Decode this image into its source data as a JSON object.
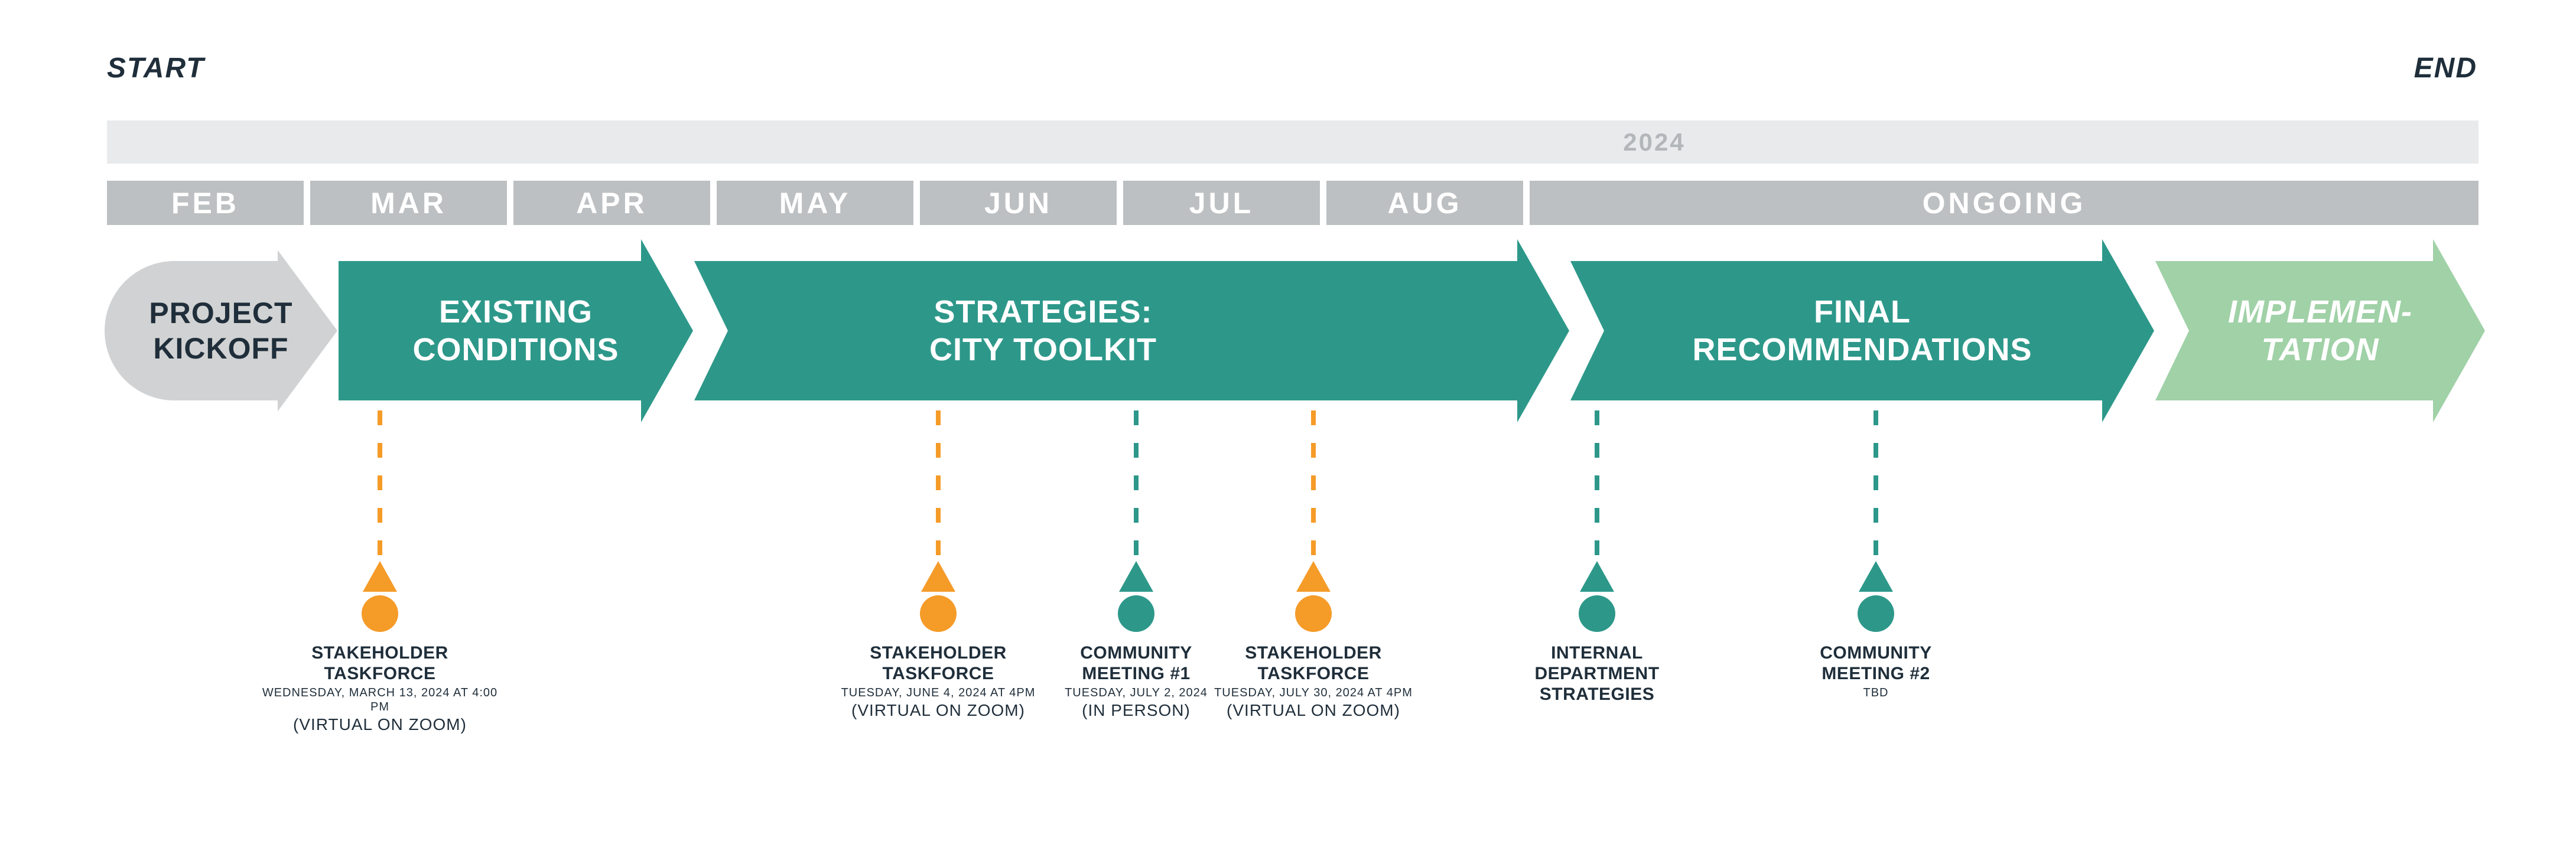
{
  "header": {
    "start_label": "START",
    "end_label": "END"
  },
  "year_bar": {
    "year": "2024"
  },
  "months": [
    {
      "label": "FEB"
    },
    {
      "label": "MAR"
    },
    {
      "label": "APR"
    },
    {
      "label": "MAY"
    },
    {
      "label": "JUN"
    },
    {
      "label": "JUL"
    },
    {
      "label": "AUG"
    },
    {
      "label": "ONGOING"
    }
  ],
  "phases": [
    {
      "name": "project-kickoff",
      "line1": "PROJECT",
      "line2": "KICKOFF",
      "color": "#d1d2d3"
    },
    {
      "name": "existing-conditions",
      "line1": "EXISTING",
      "line2": "CONDITIONS",
      "color": "#2d988a"
    },
    {
      "name": "strategies-city-toolkit",
      "line1": "STRATEGIES:",
      "line2": "CITY TOOLKIT",
      "color": "#2d988a"
    },
    {
      "name": "final-recommendations",
      "line1": "FINAL",
      "line2": "RECOMMENDATIONS",
      "color": "#2d988a"
    },
    {
      "name": "implementation",
      "line1": "IMPLEMEN-",
      "line2": "TATION",
      "color": "#a0d1a7"
    }
  ],
  "milestones": [
    {
      "title_line1": "STAKEHOLDER",
      "title_line2": "TASKFORCE",
      "date": "WEDNESDAY, MARCH 13, 2024 AT 4:00 PM",
      "location": "(VIRTUAL ON ZOOM)",
      "marker_color": "#f59b28"
    },
    {
      "title_line1": "STAKEHOLDER",
      "title_line2": "TASKFORCE",
      "date": "TUESDAY, JUNE 4, 2024 AT 4PM",
      "location": "(VIRTUAL ON ZOOM)",
      "marker_color": "#f59b28"
    },
    {
      "title_line1": "COMMUNITY",
      "title_line2": "MEETING #1",
      "date": "TUESDAY, JULY 2, 2024",
      "location": "(IN PERSON)",
      "marker_color": "#2d988a"
    },
    {
      "title_line1": "STAKEHOLDER",
      "title_line2": "TASKFORCE",
      "date": "TUESDAY, JULY 30, 2024 AT 4PM",
      "location": "(VIRTUAL ON ZOOM)",
      "marker_color": "#f59b28"
    },
    {
      "title_line1": "INTERNAL",
      "title_line2": "DEPARTMENT",
      "title_line3": "STRATEGIES",
      "marker_color": "#2d988a"
    },
    {
      "title_line1": "COMMUNITY",
      "title_line2": "MEETING #2",
      "date": "TBD",
      "marker_color": "#2d988a"
    }
  ],
  "colors": {
    "teal": "#2d988a",
    "light_green": "#a0d1a7",
    "orange": "#f59b28",
    "kickoff_gray": "#d1d2d3",
    "month_gray": "#bdc0c2",
    "year_bar_gray": "#e9eaeb",
    "year_text_gray": "#b3b7ba",
    "dark_text": "#1f2e3a"
  }
}
